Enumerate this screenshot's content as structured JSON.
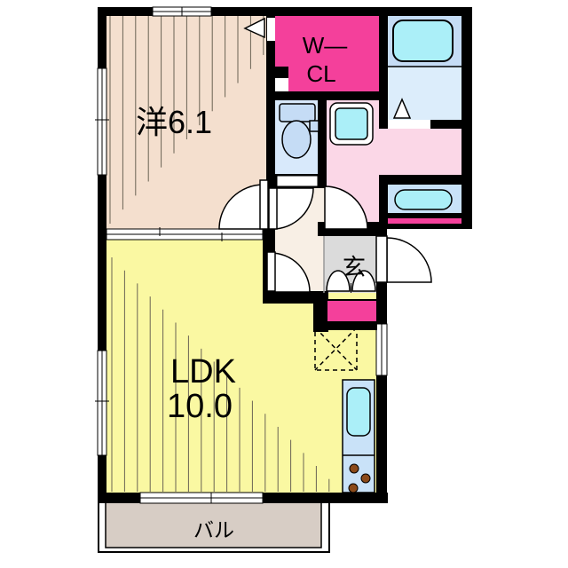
{
  "title": "1LDK apartment floor plan",
  "rooms": {
    "western_room": {
      "label": "洋6.1"
    },
    "walk_in_closet": {
      "label_line1": "W—",
      "label_line2": "CL"
    },
    "ldk": {
      "label_line1": "LDK",
      "label_line2": "10.0"
    },
    "entrance": {
      "label": "玄"
    },
    "balcony": {
      "label": "バル"
    }
  },
  "fixtures": {
    "bathroom": "bathtub",
    "toilet": "toilet",
    "washroom": "wash-basin",
    "laundry": "washing-machine",
    "kitchen": "sink-and-3-burner-stove",
    "ldk": "refrigerator-space (dashed)",
    "entrance": "shoe-cabinet-double-doors"
  },
  "colors": {
    "wall": "#000000",
    "bedroom": "#F4DFCE",
    "ldk": "#FAF8A2",
    "closet": "#F4409B",
    "washroom": "#FBD7E7",
    "bathfloor": "#DCEDFB",
    "toiletfloor": "#D8E9FB",
    "fixture": "#C5DCF5",
    "cyan": "#ABEFF8",
    "counter": "#C9E2F8",
    "genkan": "#DBDBDB",
    "hall": "#F8EFE5",
    "balcony": "#D7CDC5",
    "burner": "#8B4A1A",
    "hatch": "#6A6354",
    "stripe": "#F4409B"
  }
}
